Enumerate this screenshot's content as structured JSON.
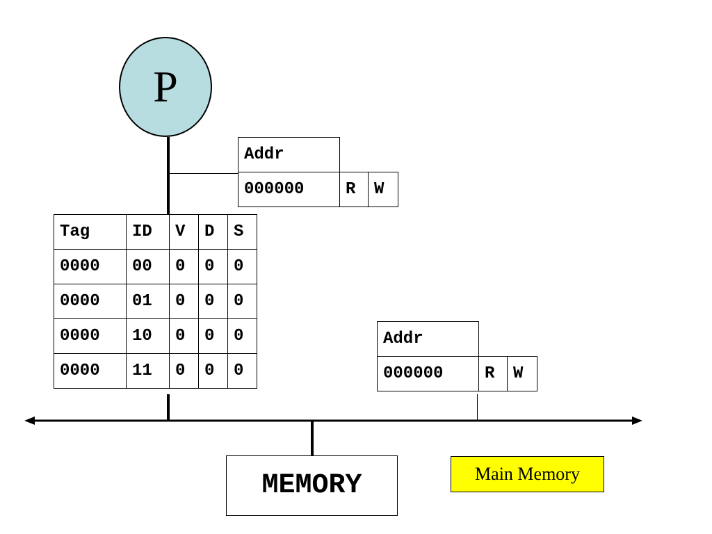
{
  "processor": {
    "label": "P"
  },
  "request1": {
    "addr_header": "Addr",
    "addr_value": "000000",
    "r": "R",
    "w": "W"
  },
  "request2": {
    "addr_header": "Addr",
    "addr_value": "000000",
    "r": "R",
    "w": "W"
  },
  "cache": {
    "headers": [
      "Tag",
      "ID",
      "V",
      "D",
      "S"
    ],
    "rows": [
      [
        "0000",
        "00",
        "0",
        "0",
        "0"
      ],
      [
        "0000",
        "01",
        "0",
        "0",
        "0"
      ],
      [
        "0000",
        "10",
        "0",
        "0",
        "0"
      ],
      [
        "0000",
        "11",
        "0",
        "0",
        "0"
      ]
    ]
  },
  "memory": {
    "label": "MEMORY"
  },
  "legend": {
    "label": "Main Memory",
    "color": "#ffff00"
  },
  "colors": {
    "processor_fill": "#b7dde0"
  }
}
